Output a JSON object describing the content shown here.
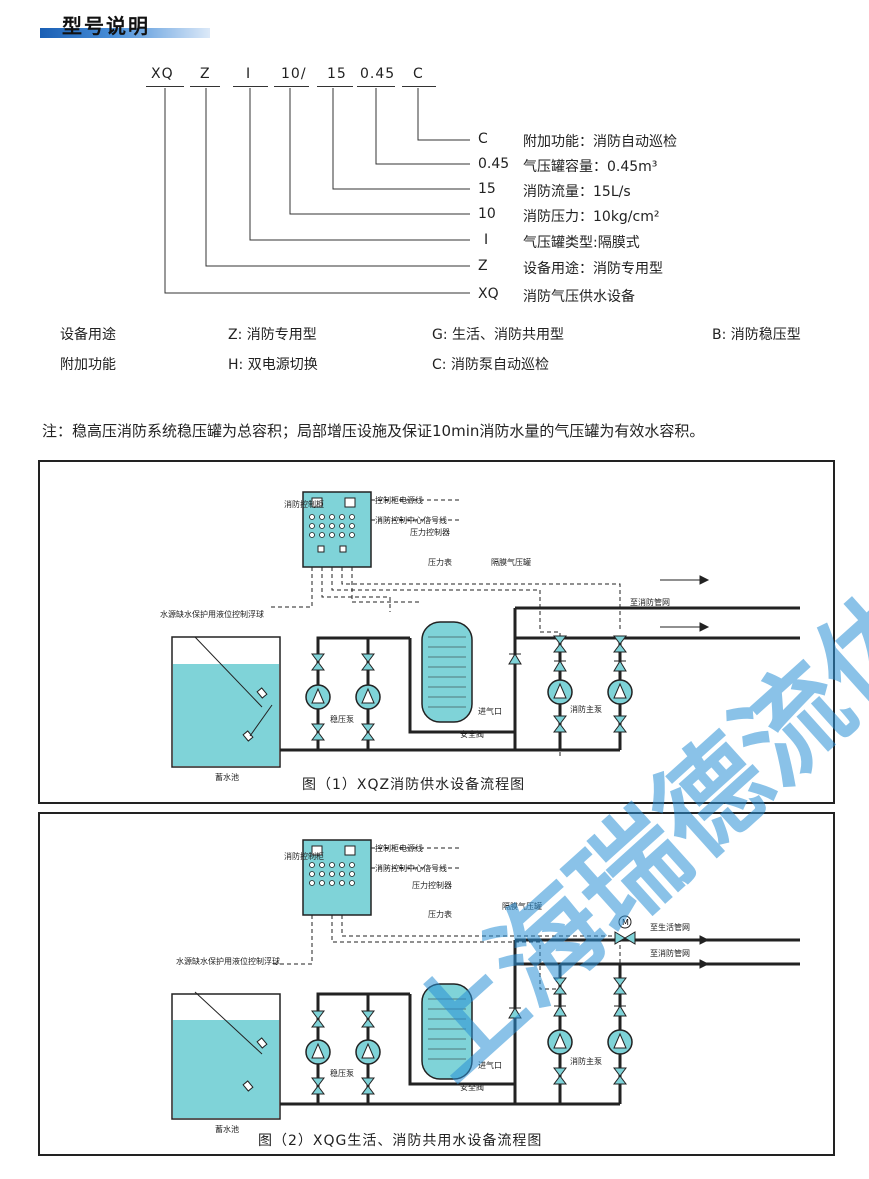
{
  "header": {
    "title": "型号说明"
  },
  "model_code": {
    "parts": [
      "XQ",
      "Z",
      "Ⅰ",
      "10/",
      "15",
      "0.45",
      "C"
    ],
    "explanations": [
      {
        "code": "C",
        "text": "附加功能：消防自动巡检"
      },
      {
        "code": "0.45",
        "text": "气压罐容量：0.45m³"
      },
      {
        "code": "15",
        "text": "消防流量：15L/s"
      },
      {
        "code": "10",
        "text": "消防压力：10kg/cm²"
      },
      {
        "code": "Ⅰ",
        "text": "气压罐类型:隔膜式"
      },
      {
        "code": "Z",
        "text": "设备用途：消防专用型"
      },
      {
        "code": "XQ",
        "text": "消防气压供水设备"
      }
    ]
  },
  "usage_table": {
    "row1": {
      "label": "设备用途",
      "z": "Z: 消防专用型",
      "g": "G: 生活、消防共用型",
      "b": "B: 消防稳压型"
    },
    "row2": {
      "label": "附加功能",
      "h": "H: 双电源切换",
      "c": "C: 消防泵自动巡检"
    }
  },
  "note": "注：稳高压消防系统稳压罐为总容积；局部增压设施及保证10min消防水量的气压罐为有效水容积。",
  "diagram_labels": {
    "cabinet": "消防控制柜",
    "power_line": "控制柜电源线",
    "signal_line": "消防控制中心信号线",
    "pressure_controller": "压力控制器",
    "pressure_gauge": "压力表",
    "tank": "隔膜气压罐",
    "float": "水源缺水保护用液位控制浮球",
    "reservoir": "蓄水池",
    "stab_pump": "稳压泵",
    "main_pump": "消防主泵",
    "air_inlet": "进气口",
    "safety_valve": "安全阀",
    "to_fire_net": "至消防管网",
    "to_life_net": "至生活管网",
    "motor_valve": "M"
  },
  "figures": [
    {
      "caption": "图（1）XQZ消防供水设备流程图"
    },
    {
      "caption": "图（2）XQG生活、消防共用水设备流程图"
    }
  ],
  "watermark": "上海瑞德流体",
  "colors": {
    "accent": "#1a5fb4",
    "water": "#7fd3d8",
    "pump": "#7fd3d8",
    "watermark": "#2a8fd6"
  }
}
